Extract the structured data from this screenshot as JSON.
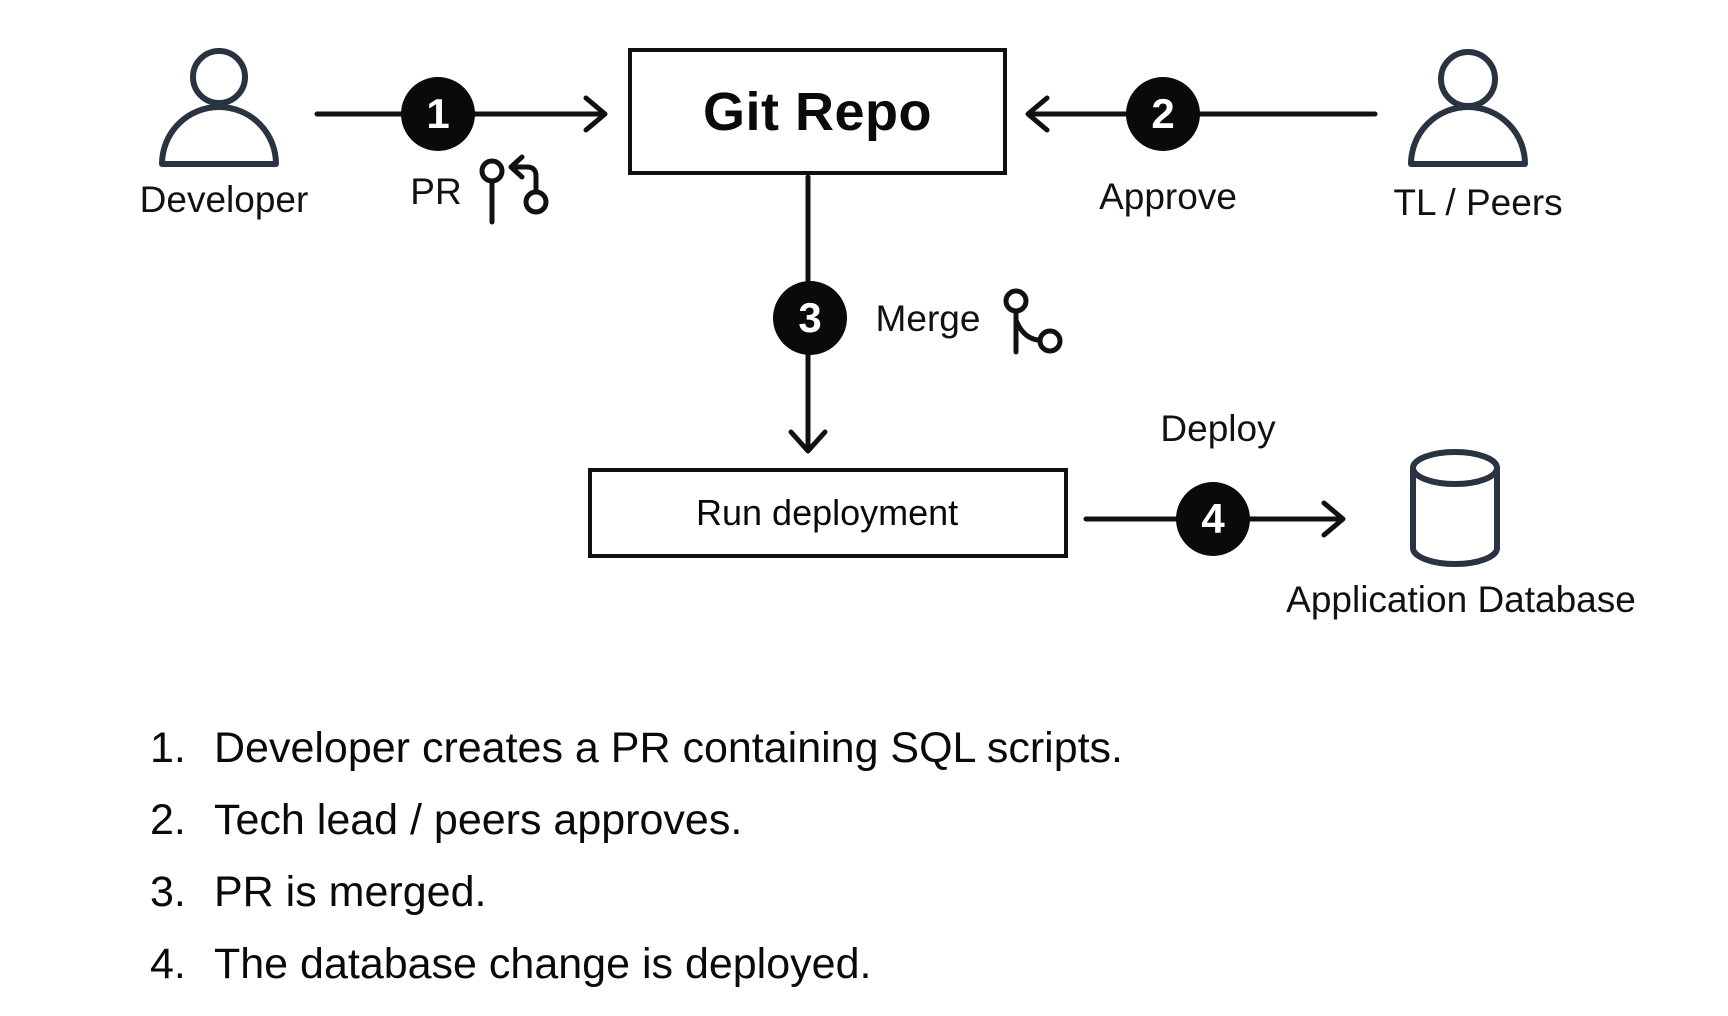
{
  "colors": {
    "line_black": "#111111",
    "icon_slate": "#2a3342",
    "badge_background": "#0a0a0a",
    "badge_text": "#ffffff",
    "background": "#ffffff"
  },
  "diagram": {
    "nodes": {
      "developer": {
        "label": "Developer",
        "icon": "person-icon"
      },
      "git_repo": {
        "label": "Git Repo"
      },
      "tl_peers": {
        "label": "TL / Peers",
        "icon": "person-icon"
      },
      "run_deployment": {
        "label": "Run deployment",
        "icon": "play-circle-icon"
      },
      "app_database": {
        "label": "Application Database",
        "icon": "database-cylinder-icon"
      }
    },
    "edges": {
      "pr": {
        "step": "1",
        "label": "PR",
        "icon": "pull-request-icon",
        "from": "developer",
        "to": "git_repo"
      },
      "approve": {
        "step": "2",
        "label": "Approve",
        "from": "tl_peers",
        "to": "git_repo"
      },
      "merge": {
        "step": "3",
        "label": "Merge",
        "icon": "git-merge-icon",
        "from": "git_repo",
        "to": "run_deployment"
      },
      "deploy": {
        "step": "4",
        "label": "Deploy",
        "from": "run_deployment",
        "to": "app_database"
      }
    }
  },
  "steps_list": {
    "items": [
      {
        "number": "1.",
        "text": "Developer creates a PR containing SQL scripts."
      },
      {
        "number": "2.",
        "text": "Tech lead / peers approves."
      },
      {
        "number": "3.",
        "text": "PR is merged."
      },
      {
        "number": "4.",
        "text": "The database change is deployed."
      }
    ]
  }
}
